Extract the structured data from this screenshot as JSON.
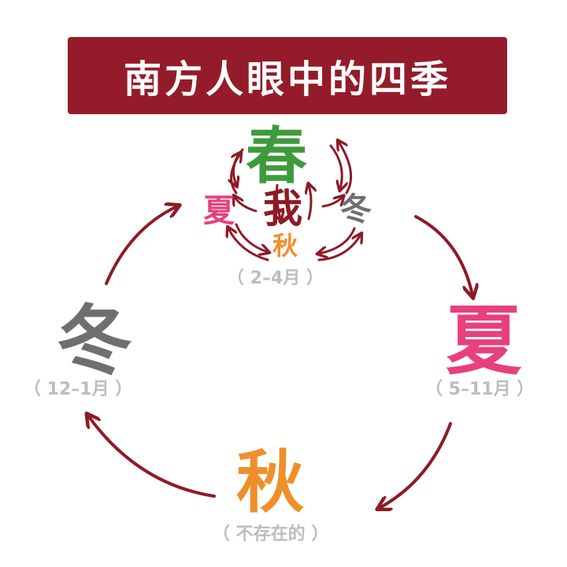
{
  "title": "南方人眼中的四季",
  "colors": {
    "title_bg": "#941c2a",
    "arrow": "#8e1a26",
    "spring": "#3e9b3c",
    "summer": "#e8407d",
    "autumn": "#ef8f2b",
    "winter": "#6f6f6f",
    "range_text": "#bdbdbd"
  },
  "seasons": {
    "spring": {
      "label": "春",
      "range": "（ 2–4月 ）"
    },
    "summer": {
      "label": "夏",
      "range": "（ 5–11月 ）"
    },
    "autumn": {
      "label": "秋",
      "range": "（ 不存在的 ）"
    },
    "winter": {
      "label": "冬",
      "range": "（ 12–1月 ）"
    }
  },
  "center_cluster": {
    "summer": "夏",
    "winter": "冬",
    "autumn": "秋",
    "center": "我"
  },
  "cycle_order": [
    "spring",
    "summer",
    "autumn",
    "winter"
  ]
}
